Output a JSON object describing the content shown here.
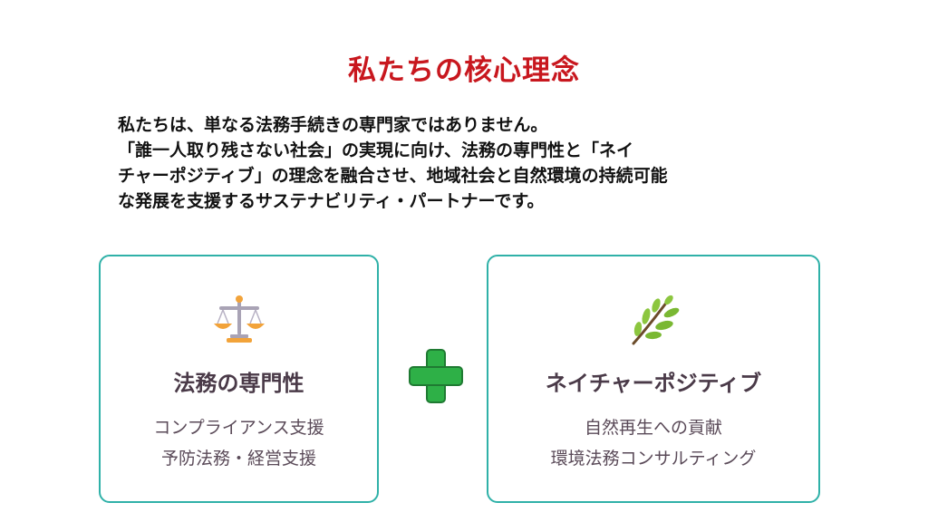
{
  "title": "私たちの核心理念",
  "intro": {
    "lines": [
      "私たちは、単なる法務手続きの専門家ではありません。",
      "「誰一人取り残さない社会」の実現に向け、法務の専門性と「ネイ",
      "チャーポジティブ」の理念を融合させ、地域社会と自然環境の持続可能",
      "な発展を支援するサステナビリティ・パートナーです。"
    ]
  },
  "cards": [
    {
      "icon": "balance-scale-icon",
      "heading": "法務の専門性",
      "lines": [
        "コンプライアンス支援",
        "予防法務・経営支援"
      ]
    },
    {
      "icon": "herb-leaf-icon",
      "heading": "ネイチャーポジティブ",
      "lines": [
        "自然再生への貢献",
        "環境法務コンサルティング"
      ]
    }
  ],
  "plus_icon": "plus-icon",
  "colors": {
    "title": "#c8171e",
    "heading": "#4a3a48",
    "subtext": "#5a4a58",
    "card_border": "#2fb1a8",
    "plus": "#2eb047",
    "plus_outline": "#1f7a32",
    "scale_gold": "#f2a33a",
    "scale_metal": "#a9a3b5",
    "leaf_green": "#8cc63f",
    "leaf_stem": "#6b4b2a"
  }
}
